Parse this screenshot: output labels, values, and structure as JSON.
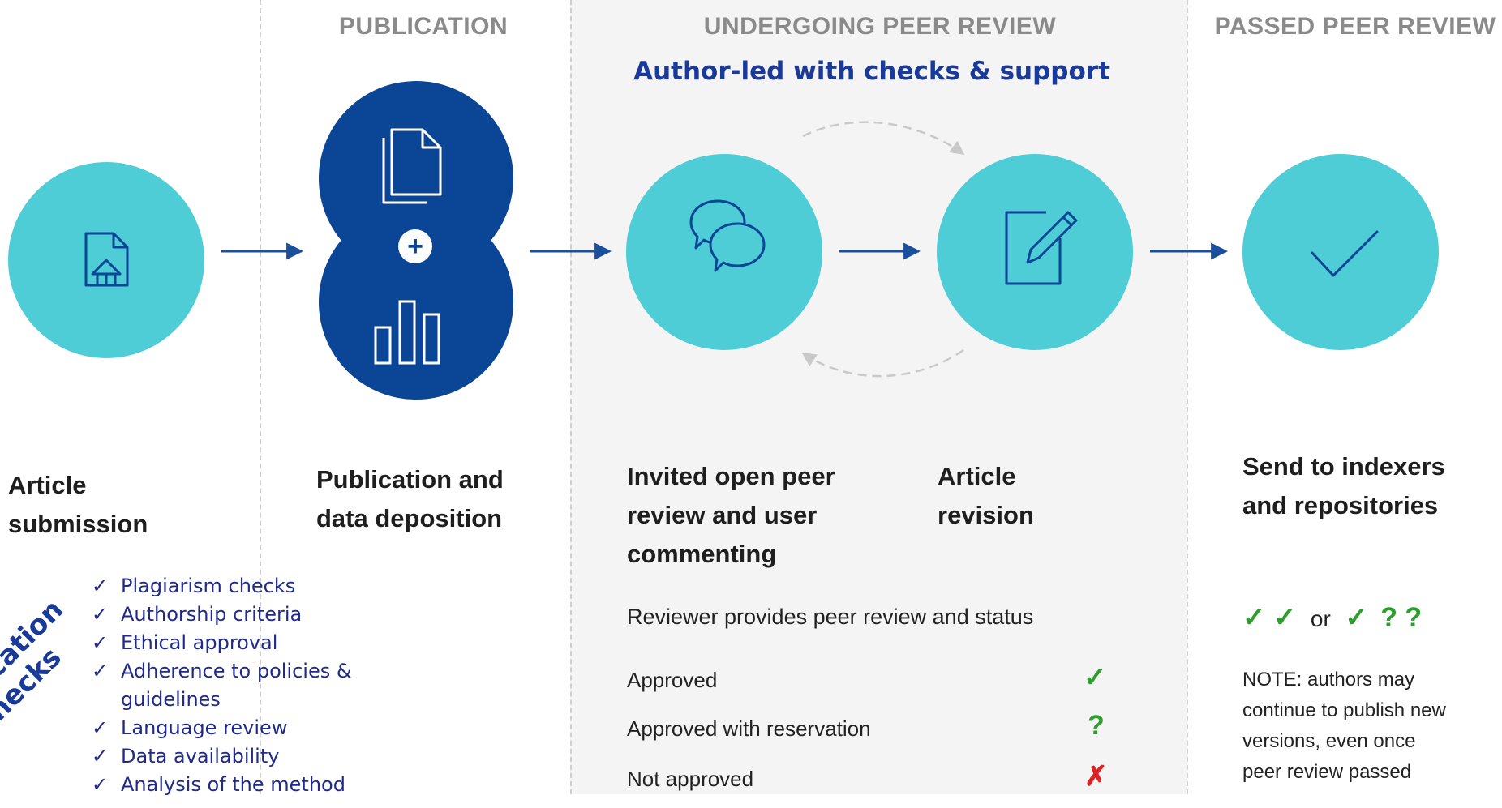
{
  "columns": {
    "publication": "PUBLICATION",
    "undergoing": "UNDERGOING PEER REVIEW",
    "passed": "PASSED PEER REVIEW"
  },
  "subtitle": "Author-led with checks & support",
  "stages": {
    "submission": [
      "Article",
      "submission"
    ],
    "publication": [
      "Publication and",
      "data deposition"
    ],
    "review": [
      "Invited open peer",
      "review and user",
      "commenting"
    ],
    "revision": [
      "Article",
      "revision"
    ],
    "indexers": [
      "Send to indexers",
      "and repositories"
    ]
  },
  "prepublication_label": [
    "Pre-publication",
    "checks"
  ],
  "checklist": [
    "Plagiarism checks",
    "Authorship criteria",
    "Ethical approval",
    "Adherence to policies &",
    "guidelines",
    "Language review",
    "Data availability",
    "Analysis of the method"
  ],
  "review_note": "Reviewer provides peer review and status",
  "statuses": [
    {
      "label": "Approved",
      "mark": "✓",
      "color": "#2e9e2e"
    },
    {
      "label": "Approved with reservation",
      "mark": "?",
      "color": "#2e9e2e"
    },
    {
      "label": "Not approved",
      "mark": "✗",
      "color": "#e02020"
    }
  ],
  "passed_marks": {
    "first": "✓ ✓",
    "or": "or",
    "second_check": "✓",
    "second_q": "? ?"
  },
  "note": [
    "NOTE: authors may",
    "continue to publish new",
    "versions, even once",
    "peer review passed"
  ],
  "colors": {
    "teal": "#4ecdd6",
    "navy": "#0b4596",
    "arrow": "#1a4f9c",
    "green": "#2e9e2e",
    "red": "#e02020"
  },
  "icons": [
    "upload-document-icon",
    "documents-icon",
    "plus-icon",
    "bar-chart-icon",
    "speech-bubbles-icon",
    "edit-document-icon",
    "checkmark-icon"
  ]
}
